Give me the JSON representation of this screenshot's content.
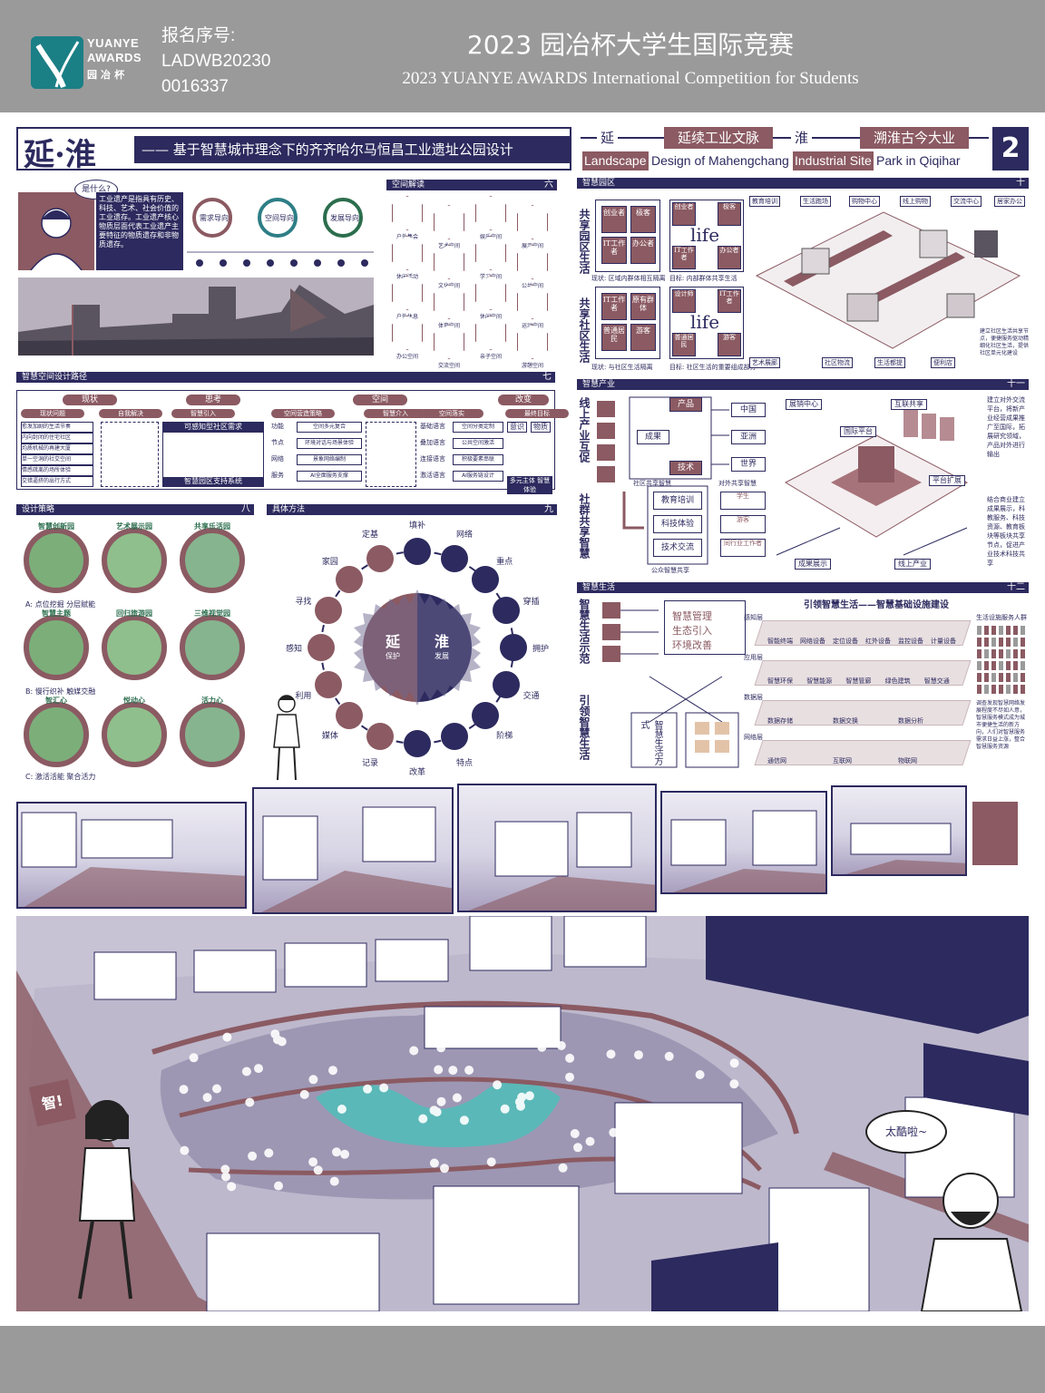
{
  "header": {
    "logo_line1": "YUANYE",
    "logo_line2": "AWARDS",
    "logo_line3": "园 冶 杯",
    "reg_label": "报名序号:",
    "reg_line1": "LADWB20230",
    "reg_line2": "0016337",
    "title_cn": "2023 园冶杯大学生国际竞赛",
    "title_en": "2023 YUANYE AWARDS International Competition for  Students"
  },
  "title": {
    "big": "延·淮",
    "sub": "—— 基于智慧城市理念下的齐齐哈尔马恒昌工业遗址公园设计",
    "slogan_a": "延",
    "slogan_b": "延续工业文脉",
    "slogan_c": "淮",
    "slogan_d": "溯淮古今大业",
    "eng_1": "Landscape",
    "eng_2": "Design of Mahengchang",
    "eng_3": "Industrial Site",
    "eng_4": "Park in Qiqihar",
    "page": "2"
  },
  "sec_what": {
    "bubble": "是什么?",
    "desc": "工业遗产是指具有历史、科技、艺术、社会价值的工业遗存。工业遗产核心物质层面代表工业遗产主要特征的物质遗存和非物质遗存。",
    "c1": "需求导向",
    "c2": "空间导向",
    "c3": "发展导向"
  },
  "sec_space": {
    "title": "空间解读",
    "num": "六",
    "labels": [
      "户外集会",
      "艺术空间",
      "娱乐空间",
      "展示空间",
      "休闲活动",
      "文化空间",
      "学习空间",
      "公共空间",
      "户外休息",
      "体育空间",
      "休闲空间",
      "运动空间",
      "办公空间",
      "交流空间",
      "亲子空间",
      "游憩空间"
    ]
  },
  "sec_path": {
    "title": "智慧空间设计路径",
    "num": "七",
    "tabs": [
      "现状",
      "思考",
      "空间",
      "改变"
    ],
    "sub_tabs": [
      "现状问题",
      "自我解决",
      "智慧引入",
      "空间营造策略",
      "智慧介入",
      "空间落实",
      "最终目标"
    ],
    "items_left": [
      "愈发加剧的生活节奏",
      "内向封闭的住宅社区",
      "均质机械的再建大厦",
      "单一空洞的社交空间",
      "情感疏离的场所体验",
      "交错逼挤的出行方式"
    ],
    "middle_top": "可感知型社区需求",
    "middle_bottom": "智慧园区支持系统",
    "mid_lbls": [
      "功能",
      "节点",
      "网络",
      "服务"
    ],
    "mid_vals": [
      "空间多元复合",
      "环境对话与场景体验",
      "景象网络编制",
      "AI全面服务支撑"
    ],
    "right_lbls": [
      "基础语言",
      "叠加语言",
      "连接语言",
      "激活语言"
    ],
    "right_vals": [
      "空间分类定制",
      "公共空间激活",
      "积极要素串联",
      "AI服务链设计"
    ],
    "end_a": "意识",
    "end_b": "物质",
    "goal": "多元主体 智慧体验"
  },
  "sec_strategy": {
    "title": "设计策略",
    "num": "八",
    "row_a": "A: 点位挖掘 分层赋能",
    "row_b": "B: 慢行织补 触媒交融",
    "row_c": "C: 激活活能 聚合活力",
    "badges": [
      "智慧创新园",
      "艺术展示园",
      "共享乐活园",
      "智慧主题",
      "回归旅游园",
      "三维视觉园",
      "智汇心",
      "悦动心",
      "活力心"
    ]
  },
  "sec_method": {
    "title": "具体方法",
    "num": "九",
    "left_half": "延",
    "left_sub": "保护",
    "right_half": "淮",
    "right_sub": "发展",
    "ring": [
      "家园",
      "定基",
      "填补",
      "网络",
      "重点",
      "穿插",
      "拥护",
      "交通",
      "阶梯",
      "特点",
      "改革",
      "记录",
      "媒体",
      "利用",
      "感知",
      "寻找"
    ]
  },
  "sec_park": {
    "title": "智慧园区",
    "num": "十",
    "v1": "共享园区生活",
    "v2": "共享社区生活",
    "box_a": [
      "创业者",
      "极客",
      "IT工作者",
      "办公者"
    ],
    "box_b": [
      "创业者",
      "极客",
      "IT工作者",
      "办公者"
    ],
    "life": "life",
    "note_a1": "现状: 区域内群体相互隔离",
    "note_a2": "目标: 内部群体共享生活",
    "box_c": [
      "IT工作者",
      "原有群体",
      "普通居民",
      "游客"
    ],
    "box_d": [
      "设计师",
      "IT工作者",
      "普通居民",
      "游客"
    ],
    "note_b1": "现状: 与社区生活隔离",
    "note_b2": "目标: 社区生活的重要组成部分",
    "iso_tags": [
      "教育培训",
      "生活跑场",
      "购物中心",
      "线上购物",
      "交流中心",
      "居家办公",
      "艺术展廊",
      "社区物流",
      "生活都提",
      "便利店"
    ],
    "iso_note": "建立社区生活共享节点，便捷服务驱动精细化社区生活，提供社区单元化建设"
  },
  "sec_industry": {
    "title": "智慧产业",
    "num": "十一",
    "v1": "线上产业互促",
    "v2": "社群共享智慧",
    "nodes": [
      "产品",
      "成果",
      "技术"
    ],
    "regions": [
      "中国",
      "亚洲",
      "世界"
    ],
    "cap1": "社区共享智慧",
    "cap2": "对外共享智慧",
    "edu": [
      "教育培训",
      "科技体验",
      "技术交流"
    ],
    "targets": [
      "学生",
      "游客",
      "同行业工作者"
    ],
    "cap3": "公众智慧共享",
    "iso_tags": [
      "展销中心",
      "互联共享",
      "国际平台",
      "平台扩展",
      "成果展示",
      "线上产业"
    ],
    "note1": "建立对外交流平台，将新产业经营成果推广至国际，拓展研究领域，产品对外进行输出",
    "note2": "结合商业建立成果展示，科教服务、科技资源、教育板块等板块共享节点，促进产业技术科技共享"
  },
  "sec_life": {
    "title": "智慧生活",
    "num": "十二",
    "v1": "智慧生活示范",
    "v2": "引领智慧生活",
    "mgmt": [
      "智慧管理",
      "生态引入",
      "环境改善"
    ],
    "life_mode": "智慧生活方式",
    "heading": "引领智慧生活——智慧基础设施建设",
    "layers": [
      "感知层",
      "应用层",
      "数据层",
      "网络层"
    ],
    "layer_items": [
      [
        "智能终端",
        "网络设备",
        "定位设备",
        "红外设备",
        "监控设备",
        "计量设备"
      ],
      [
        "智慧环保",
        "智慧能源",
        "智慧管廊",
        "绿色建筑",
        "智慧交通"
      ],
      [
        "数据存储",
        "数据交换",
        "数据分析"
      ],
      [
        "通信网",
        "互联网",
        "物联网"
      ]
    ],
    "side_title": "生活设施服务人群",
    "side_note": "调查发现智慧网络发展程度不尽如人意，智慧服务模式成为城市便捷生活的新方向，人们对智慧服务需求日益上涨，整合智慧服务资源"
  },
  "sec_aerial": {
    "shout": "智!",
    "bubble": "太酷啦~"
  },
  "colors": {
    "navy": "#2c2a5e",
    "rose": "#8b5a62",
    "grey": "#9a9a9a",
    "water": "#5bb8b8",
    "paper": "#ffffff"
  }
}
